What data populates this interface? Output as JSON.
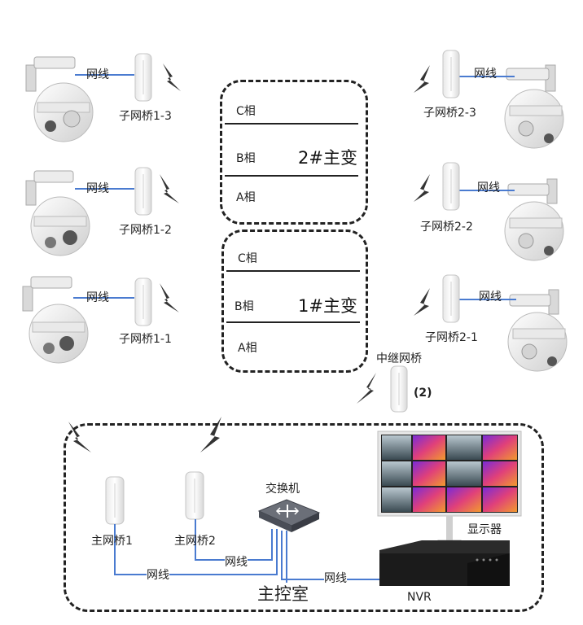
{
  "wire_label": "网线",
  "cameras_left": [
    {
      "bridge": "子网桥1-3"
    },
    {
      "bridge": "子网桥1-2"
    },
    {
      "bridge": "子网桥1-1"
    }
  ],
  "cameras_right": [
    {
      "bridge": "子网桥2-3"
    },
    {
      "bridge": "子网桥2-2"
    },
    {
      "bridge": "子网桥2-1"
    }
  ],
  "transformer_2": {
    "name": "2#主变",
    "phases": [
      "C相",
      "B相",
      "A相"
    ]
  },
  "transformer_1": {
    "name": "1#主变",
    "phases": [
      "C相",
      "B相",
      "A相"
    ]
  },
  "relay": {
    "label": "中继网桥",
    "count": "(2)"
  },
  "control_room": {
    "title": "主控室",
    "main_bridge_1": "主网桥1",
    "main_bridge_2": "主网桥2",
    "switch": "交换机",
    "display": "显示器",
    "nvr": "NVR"
  },
  "colors": {
    "wire": "#4a7bd0",
    "dash": "#222222",
    "device": "#f2f2f2",
    "nvr": "#1b1b1b"
  }
}
